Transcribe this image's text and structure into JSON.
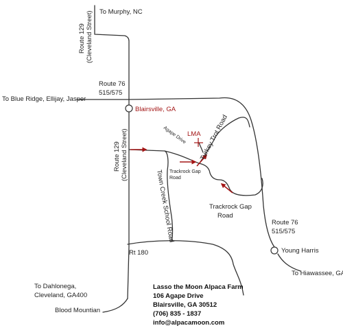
{
  "destinations": {
    "murphy": "To Murphy, NC",
    "blue_ridge": "To Blue Ridge, Ellijay, Jasper",
    "hiawassee": "To Hiawassee, GA",
    "dahlonega_line1": "To Dahlonega,",
    "dahlonega_line2": "Cleveland,  GA400",
    "blood_mountain": "Blood Mountian"
  },
  "roads": {
    "route129_north_line1": "Route 129",
    "route129_north_line2": "(Cleveland Street)",
    "route129_south_line1": "Route 129",
    "route129_south_line2": "(Cleveland Street)",
    "route76_west_line1": "Route 76",
    "route76_west_line2": "515/575",
    "route76_east_line1": "Route 76",
    "route76_east_line2": "515/575",
    "town_creek": "Town Creek School Road",
    "trackrock_small_line1": "Trackrock Gap",
    "trackrock_small_line2": "Road",
    "trackrock_large_line1": "Trackrock Gap",
    "trackrock_large_line2": "Road",
    "turkey_trot": "Turkey Trot Road",
    "agape": "Agape Drive",
    "rt180": "Rt 180"
  },
  "places": {
    "blairsville": "Blairsville, GA",
    "young_harris": "Young Harris",
    "lma": "LMA"
  },
  "farm": {
    "name": "Lasso the Moon Alpaca Farm",
    "street": "106 Agape Drive",
    "city": "Blairsville, GA  30512",
    "phone": "(706) 835 - 1837",
    "email": "info@alpacamoon.com"
  },
  "colors": {
    "road": "#333333",
    "route_arrow": "#a31515",
    "highlight_text": "#a31515"
  },
  "icons": {
    "town_marker": "circle-marker",
    "route_arrow": "arrow-icon",
    "farm_marker": "cross-marker"
  }
}
